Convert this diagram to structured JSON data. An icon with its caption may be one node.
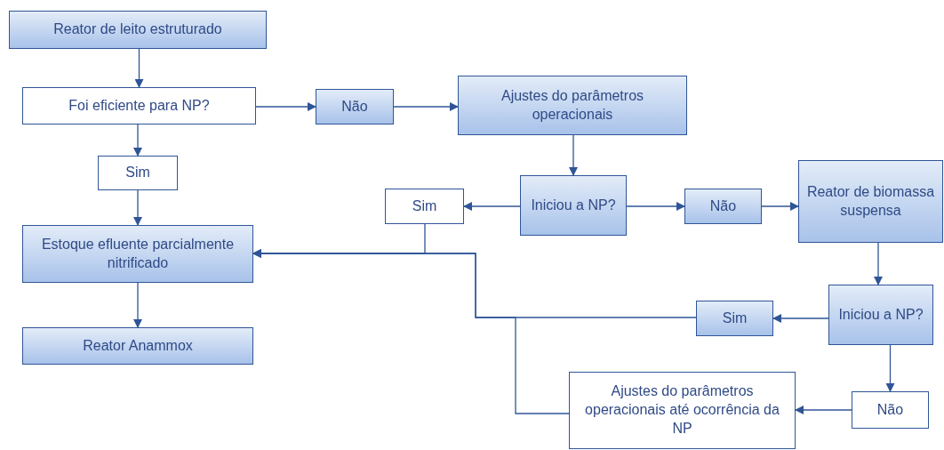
{
  "diagram": {
    "nodes": [
      {
        "text": [
          "Reator de leito estruturado"
        ]
      },
      {
        "text": [
          "Foi eficiente para NP?"
        ]
      },
      {
        "text": [
          "Não"
        ]
      },
      {
        "text": [
          "Ajustes do parâmetros operacionais"
        ]
      },
      {
        "text": [
          "Sim"
        ]
      },
      {
        "text": [
          "Estoque efluente parcialmente nitrificado"
        ]
      },
      {
        "text": [
          "Reator Anammox"
        ]
      },
      {
        "text": [
          "Iniciou a NP?"
        ]
      },
      {
        "text": [
          "Sim"
        ]
      },
      {
        "text": [
          "Não"
        ]
      },
      {
        "text": [
          "Reator de biomassa suspensa"
        ]
      },
      {
        "text": [
          "Iniciou a NP?"
        ]
      },
      {
        "text": [
          "Sim"
        ]
      },
      {
        "text": [
          "Não"
        ]
      },
      {
        "text": [
          "Ajustes do parâmetros operacionais até ocorrência da NP"
        ]
      }
    ],
    "edges": [
      {
        "from": 0,
        "to": 1,
        "arrow": "to"
      },
      {
        "from": 1,
        "to": 2,
        "arrow": "to"
      },
      {
        "from": 2,
        "to": 3,
        "arrow": "to"
      },
      {
        "from": 1,
        "to": 4,
        "arrow": "to"
      },
      {
        "from": 4,
        "to": 5,
        "arrow": "to"
      },
      {
        "from": 5,
        "to": 6,
        "arrow": "to"
      },
      {
        "from": 3,
        "to": 7,
        "arrow": "to"
      },
      {
        "from": 7,
        "to": 8,
        "arrow": "to"
      },
      {
        "from": 7,
        "to": 9,
        "arrow": "to"
      },
      {
        "from": 9,
        "to": 10,
        "arrow": "to"
      },
      {
        "from": 8,
        "to": 5,
        "arrow": "to"
      },
      {
        "from": 10,
        "to": 11,
        "arrow": "to"
      },
      {
        "from": 11,
        "to": 12,
        "arrow": "to"
      },
      {
        "from": 11,
        "to": 13,
        "arrow": "to"
      },
      {
        "from": 13,
        "to": 14,
        "arrow": "to"
      },
      {
        "from": 12,
        "to": 5,
        "arrow": "to"
      },
      {
        "from": 14,
        "to": 5,
        "arrow": "to"
      }
    ]
  }
}
